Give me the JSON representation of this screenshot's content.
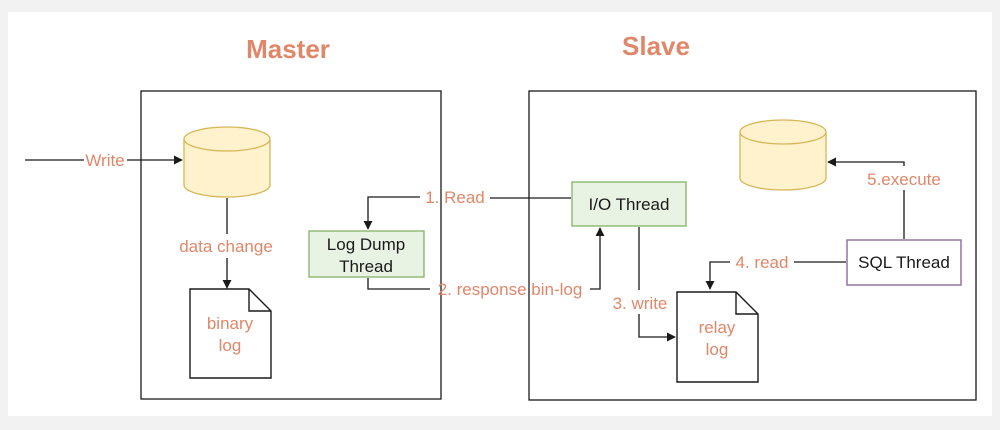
{
  "colors": {
    "background": "#f2f2f2",
    "panel": "#ffffff",
    "title": "#e0876a",
    "edge_label": "#e0876a",
    "node_text": "#1a1a1a",
    "database_fill": "#fff2cc",
    "database_stroke": "#d6b656",
    "thread_fill": "#e9f3e4",
    "thread_stroke": "#82b366",
    "sql_fill": "#ffffff",
    "sql_stroke": "#9673a6",
    "line": "#1a1a1a"
  },
  "master": {
    "title": "Master",
    "database_icon": "database-cylinder-icon",
    "binary_log_lines": [
      "binary",
      "log"
    ],
    "log_dump_thread_lines": [
      "Log Dump",
      "Thread"
    ]
  },
  "slave": {
    "title": "Slave",
    "database_icon": "database-cylinder-icon",
    "io_thread": "I/O Thread",
    "sql_thread": "SQL Thread",
    "relay_log_lines": [
      "relay",
      "log"
    ]
  },
  "edges": {
    "write": "Write",
    "data_change": "data change",
    "read": "1. Read",
    "response": "2. response bin-log",
    "write_relay": "3. write",
    "read_relay": "4. read",
    "execute": "5.execute"
  }
}
